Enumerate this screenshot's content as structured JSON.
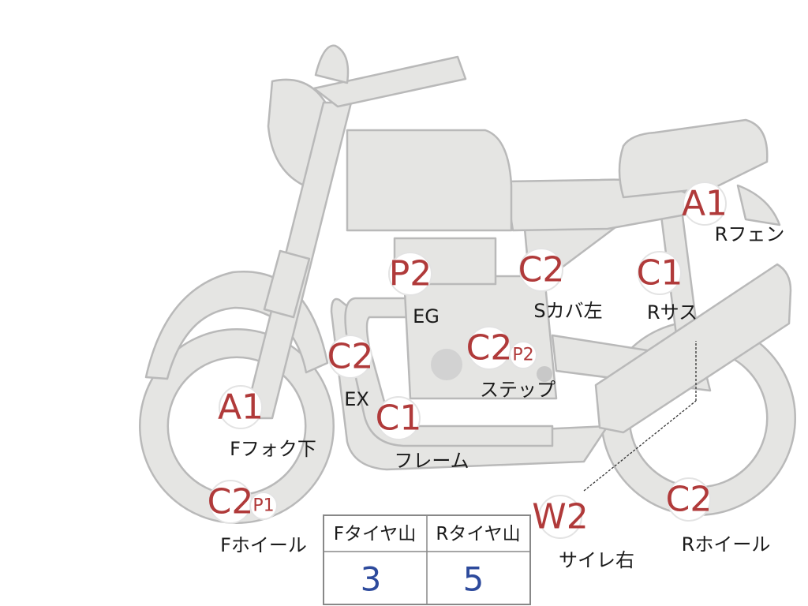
{
  "markers": [
    {
      "id": "a1-rear-fender",
      "code": "A1",
      "label": "Rフェン"
    },
    {
      "id": "c2-side-cover-left",
      "code": "C2",
      "label": "Sカバ左"
    },
    {
      "id": "c1-rear-suspension",
      "code": "C1",
      "label": "Rサス"
    },
    {
      "id": "p2-engine",
      "code": "P2",
      "label": "EG"
    },
    {
      "id": "c2-exhaust",
      "code": "C2",
      "label": "EX"
    },
    {
      "id": "c2-step",
      "code": "C2",
      "sub": "P2",
      "label": "ステップ"
    },
    {
      "id": "a1-front-fork",
      "code": "A1",
      "label": "Fフォク下"
    },
    {
      "id": "c1-frame",
      "code": "C1",
      "label": "フレーム"
    },
    {
      "id": "c2-front-wheel",
      "code": "C2",
      "sub": "P1",
      "label": "Fホイール"
    },
    {
      "id": "w2-silencer-right",
      "code": "W2",
      "label": "サイレ右"
    },
    {
      "id": "c2-rear-wheel",
      "code": "C2",
      "label": "Rホイール"
    }
  ],
  "tire_table": {
    "headers": [
      "Fタイヤ山",
      "Rタイヤ山"
    ],
    "values": [
      "3",
      "5"
    ]
  },
  "colors": {
    "body_fill": "#e5e5e3",
    "body_stroke": "#b9b9b9",
    "code_red": "#b03a3a",
    "value_blue": "#2d4a9c"
  }
}
